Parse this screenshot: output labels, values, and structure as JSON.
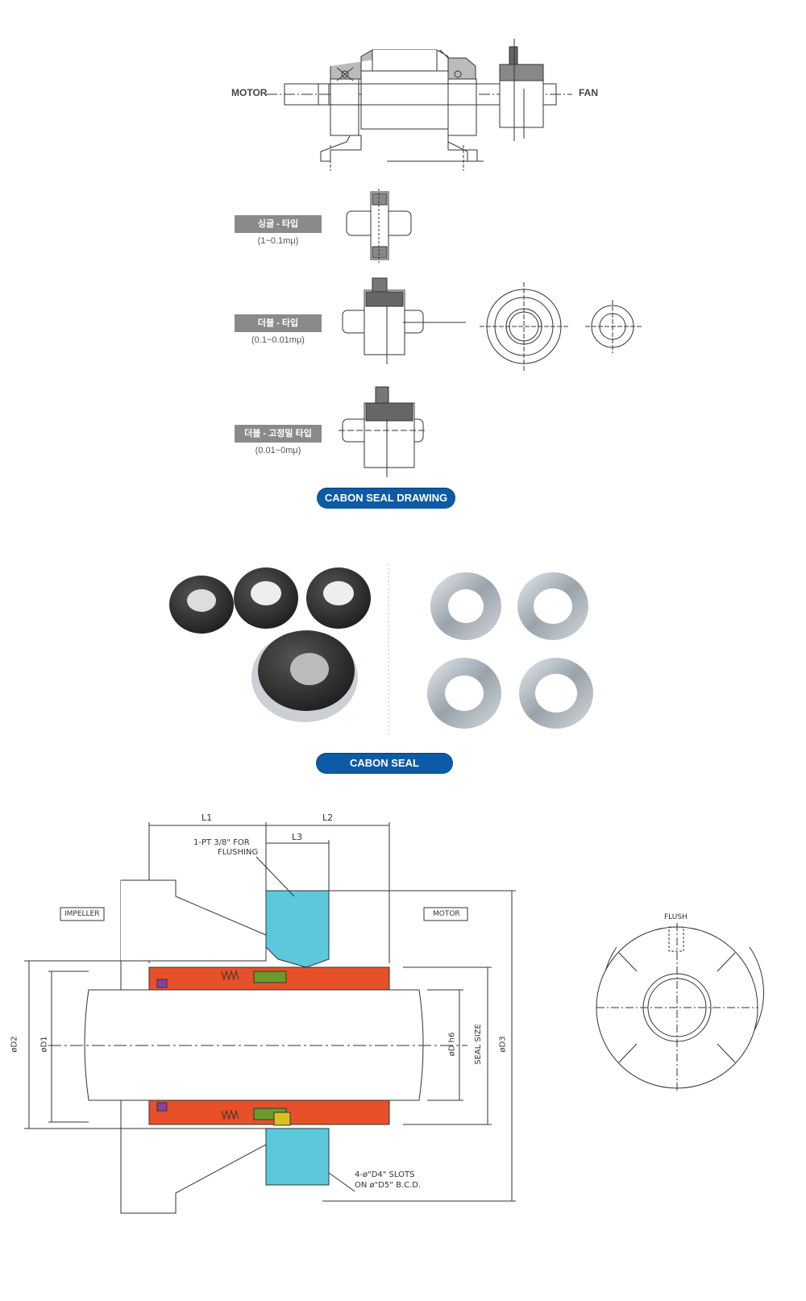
{
  "fan_diagram": {
    "motor_label": "MOTOR",
    "fan_label": "FAN"
  },
  "types": [
    {
      "name": "싱글 - 타입",
      "range": "(1~0.1mμ)"
    },
    {
      "name": "더블 - 타입",
      "range": "(0.1~0.01mμ)"
    },
    {
      "name": "더블 - 고정밀 타입",
      "range": "(0.01~0mμ)"
    }
  ],
  "drawing_button": "CABON SEAL DRAWING",
  "seal_button": "CABON SEAL",
  "section": {
    "l1": "L1",
    "l2": "L2",
    "l3": "L3",
    "flush_note_1": "1-PT 3/8\" FOR",
    "flush_note_2": "FLUSHING",
    "impeller": "IMPELLER",
    "motor": "MOTOR",
    "d2": "øD2",
    "d1": "øD1",
    "dh6": "øD h6",
    "seal_size": "SEAL SIZE",
    "d3": "øD3",
    "slots_1": "4-ø\"D4\" SLOTS",
    "slots_2": "ON ø\"D5\" B.C.D.",
    "flush": "FLUSH"
  },
  "colors": {
    "button": "#0d5aa7",
    "tag": "#8a8a8a",
    "cyan_part": "#5bc8dc",
    "red_part": "#e8502a"
  }
}
